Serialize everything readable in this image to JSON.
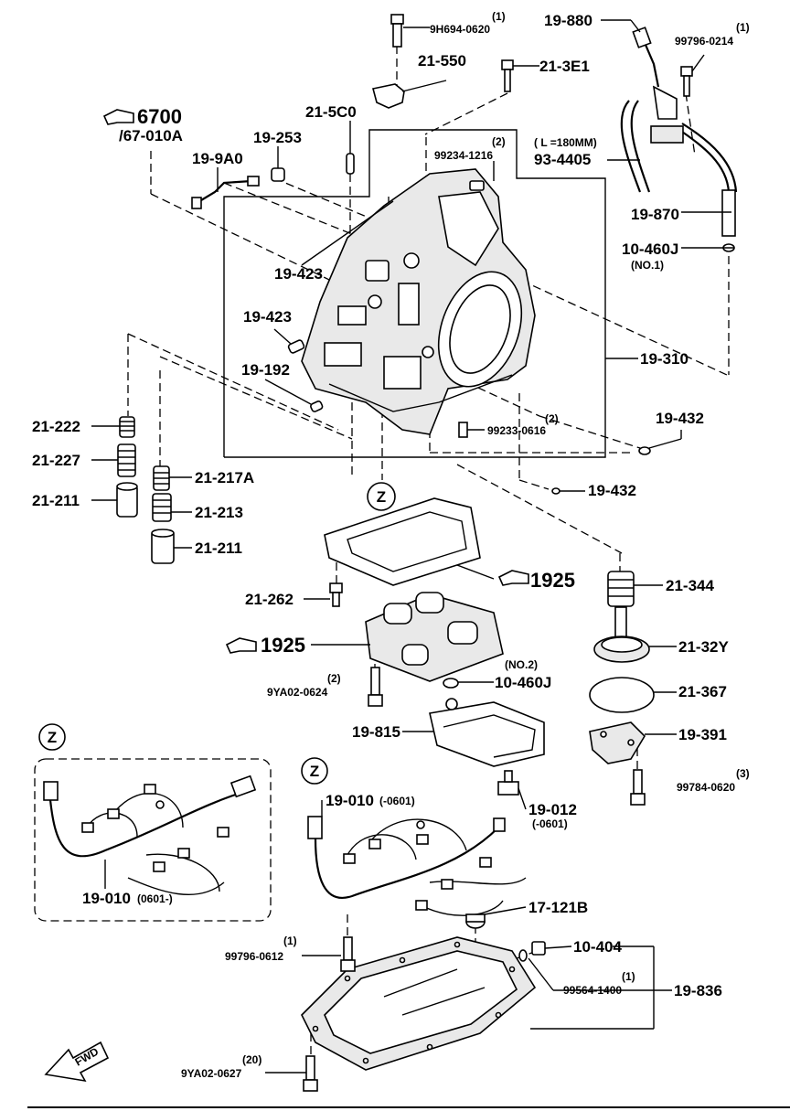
{
  "ref_6700": "6700",
  "ref_67010A": "/67-010A",
  "ref_1925_a": "1925",
  "ref_1925_b": "1925",
  "parts": {
    "p9h694": "9H694-0620",
    "p9h694_qty": "(1)",
    "p21550": "21-550",
    "p213e1": "21-3E1",
    "p215c0": "21-5C0",
    "p19253": "19-253",
    "p199a0": "19-9A0",
    "p99234": "99234-1216",
    "p99234_qty": "(2)",
    "p19880": "19-880",
    "p99796_0214": "99796-0214",
    "p99796_0214_qty": "(1)",
    "pL180": "( L =180MM)",
    "p934405": "93-4405",
    "p19870": "19-870",
    "p10460j_1": "10-460J",
    "p10460j_1_note": "(NO.1)",
    "p19423_a": "19-423",
    "p19423_b": "19-423",
    "p19192": "19-192",
    "p19310": "19-310",
    "p99233": "99233-0616",
    "p99233_qty": "(2)",
    "p19432_a": "19-432",
    "p19432_b": "19-432",
    "p21222": "21-222",
    "p21227": "21-227",
    "p21211_a": "21-211",
    "p21217a": "21-217A",
    "p21213": "21-213",
    "p21211_b": "21-211",
    "p21344": "21-344",
    "p21262": "21-262",
    "p2132y": "21-32Y",
    "p10460j_2": "10-460J",
    "p10460j_2_note": "(NO.2)",
    "p9ya02_0624": "9YA02-0624",
    "p9ya02_0624_qty": "(2)",
    "p21367": "21-367",
    "p19815": "19-815",
    "p19391": "19-391",
    "p99784": "99784-0620",
    "p99784_qty": "(3)",
    "p19010_a": "19-010",
    "p19010_a_note": "(-0601)",
    "p19012": "19-012",
    "p19012_note": "(-0601)",
    "p19010_b": "19-010",
    "p19010_b_note": "(0601-)",
    "p17121b": "17-121B",
    "p10404": "10-404",
    "p99796_0612": "99796-0612",
    "p99796_0612_qty": "(1)",
    "p99564": "99564-1400",
    "p99564_qty": "(1)",
    "p19836": "19-836",
    "p9ya02_0627": "9YA02-0627",
    "p9ya02_0627_qty": "(20)",
    "z1": "Z",
    "z2": "Z",
    "z3": "Z",
    "fwd": "FWD"
  },
  "icons": [
    "hand-pointer-icon",
    "fwd-arrow-icon"
  ]
}
